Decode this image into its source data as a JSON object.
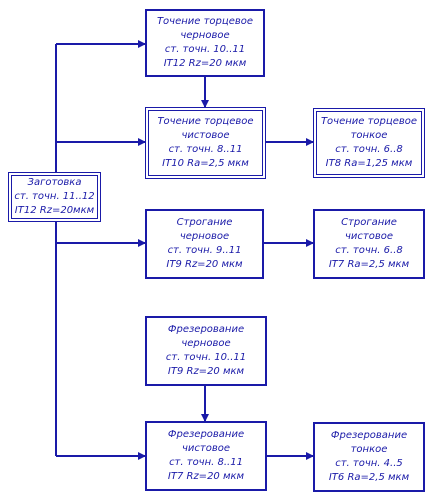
{
  "colors": {
    "ink": "#1a1aa8",
    "background": "#ffffff"
  },
  "blank": {
    "lines": [
      "Заготовка",
      "ст. точн. 11..12",
      "IT12 Rz=20мкм"
    ]
  },
  "boxes": {
    "face_rough": {
      "lines": [
        "Точение торцевое",
        "черновое",
        "ст. точн. 10..11",
        "IT12 Rz=20 мкм"
      ]
    },
    "face_finish": {
      "lines": [
        "Точение торцевое",
        "чистовое",
        "ст. точн. 8..11",
        "IT10 Ra=2,5 мкм"
      ]
    },
    "face_fine": {
      "lines": [
        "Точение торцевое",
        "тонкое",
        "ст. точн. 6..8",
        "IT8 Ra=1,25 мкм"
      ]
    },
    "plane_rough": {
      "lines": [
        "Строгание",
        "черновое",
        "ст. точн. 9..11",
        "IT9 Rz=20 мкм"
      ]
    },
    "plane_finish": {
      "lines": [
        "Строгание",
        "чистовое",
        "ст. точн. 6..8",
        "IT7 Ra=2,5 мкм"
      ]
    },
    "mill_rough": {
      "lines": [
        "Фрезерование",
        "черновое",
        "ст. точн. 10..11",
        "IT9 Rz=20 мкм"
      ]
    },
    "mill_finish": {
      "lines": [
        "Фрезерование",
        "чистовое",
        "ст. точн. 8..11",
        "IT7 Rz=20 мкм"
      ]
    },
    "mill_fine": {
      "lines": [
        "Фрезерование",
        "тонкое",
        "ст. точн. 4..5",
        "IT6 Ra=2,5 мкм"
      ]
    }
  }
}
